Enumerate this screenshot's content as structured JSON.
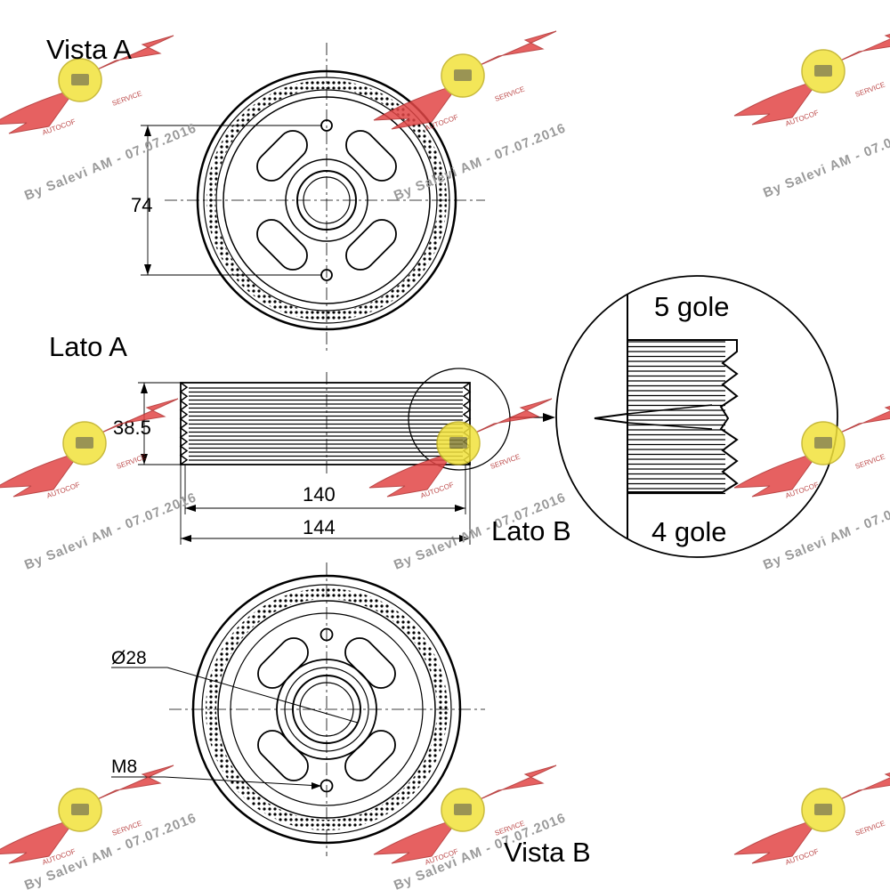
{
  "labels": {
    "view_a": "Vista A",
    "view_b": "Vista B",
    "side_a": "Lato A",
    "side_b": "Lato B",
    "grooves_top": "5 gole",
    "grooves_bottom": "4 gole"
  },
  "dimensions": {
    "hole_spacing": "74",
    "width": "38.5",
    "outer_diameter_inner": "140",
    "outer_diameter": "144",
    "bore": "Ø28",
    "thread": "M8"
  },
  "watermark": {
    "text": "By Salevi AM - 07.07.2016",
    "badge_text": "AUTOCOF",
    "badge_text_2": "SERVICE",
    "colors": {
      "wing": "#e24646",
      "badge": "#f2e23c",
      "text": "#9a9a9a"
    }
  }
}
